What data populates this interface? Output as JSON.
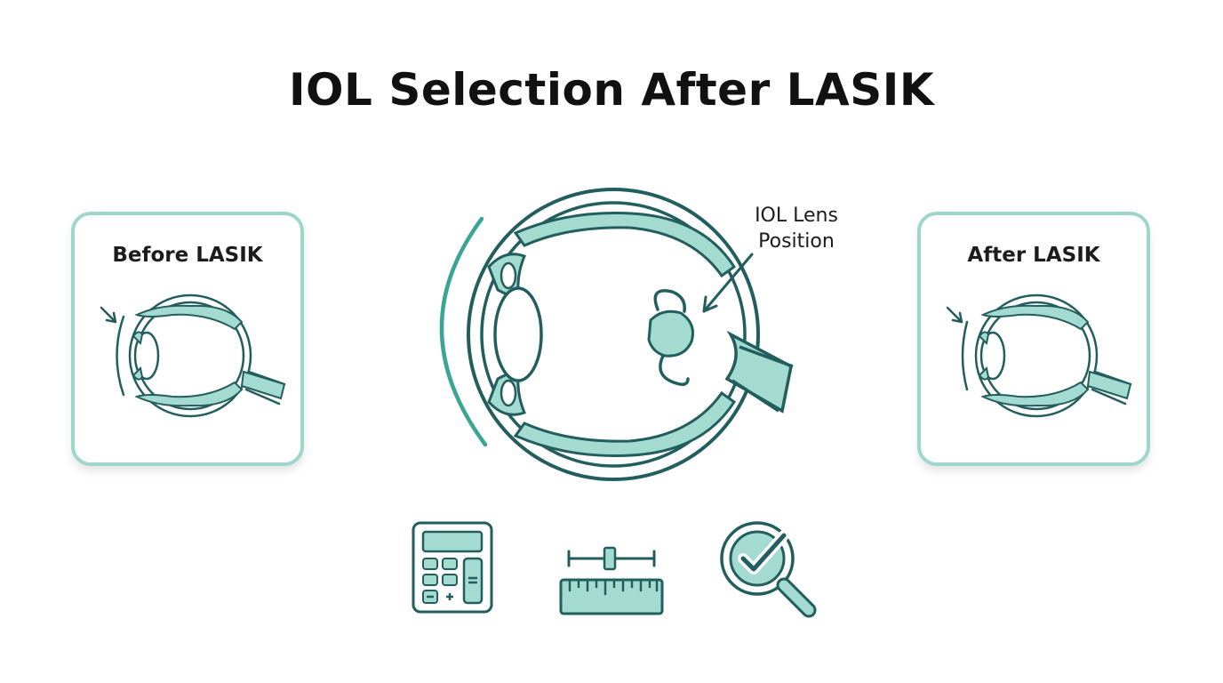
{
  "title": "IOL Selection After LASIK",
  "before_card": {
    "label": "Before LASIK"
  },
  "after_card": {
    "label": "After LASIK"
  },
  "main_eye": {
    "callout": "IOL Lens Position"
  },
  "tools": [
    {
      "icon": "calculator-icon"
    },
    {
      "icon": "ruler-measurement-icon"
    },
    {
      "icon": "magnifier-check-icon"
    }
  ],
  "colors": {
    "outline": "#235e5f",
    "fill": "#a4dbd1",
    "accent": "#3aa596",
    "card_border": "#9fd6cc",
    "text": "#111111"
  }
}
